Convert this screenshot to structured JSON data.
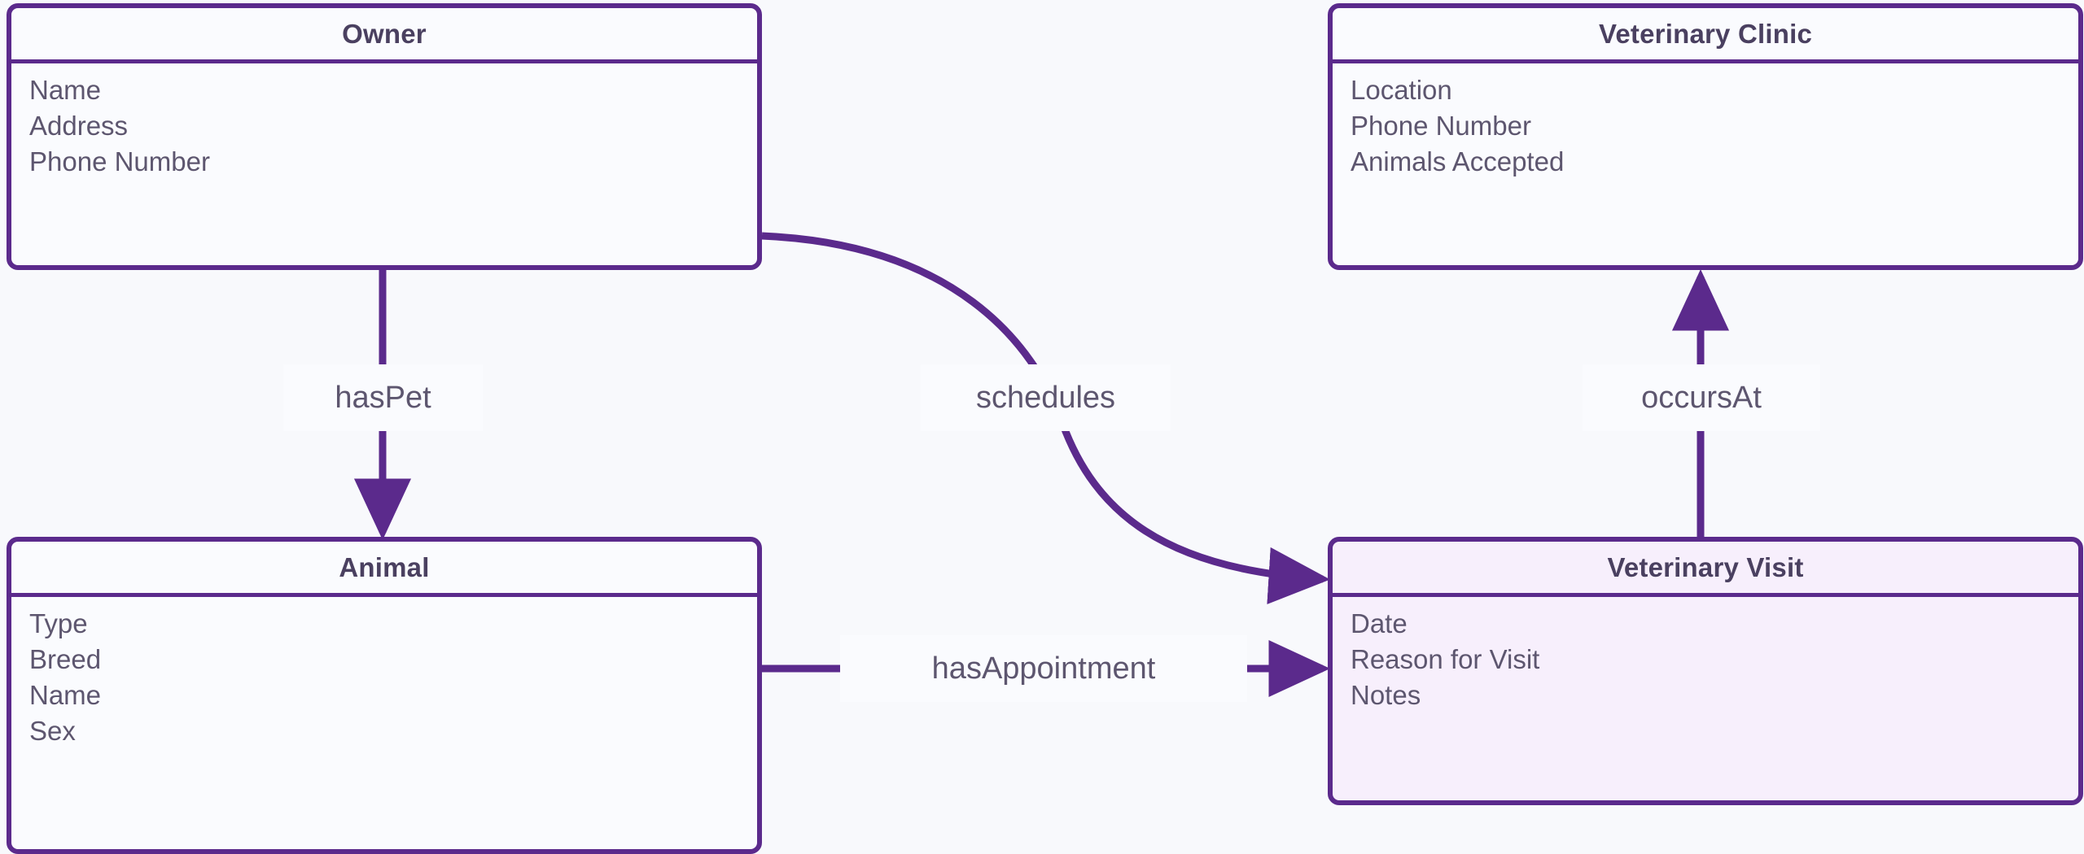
{
  "diagram": {
    "type": "entity-relationship-diagram",
    "accent_color": "#5b2a8c",
    "background_color": "#f8f9fc",
    "entity_fill": "#fafbfe",
    "highlight_entity_fill": "#f7effc",
    "title_color": "#4a4060",
    "attribute_color": "#5d566f"
  },
  "entities": [
    {
      "id": "owner",
      "title": "Owner",
      "attributes": [
        "Name",
        "Address",
        "Phone Number"
      ],
      "highlighted": false
    },
    {
      "id": "veterinary-clinic",
      "title": "Veterinary Clinic",
      "attributes": [
        "Location",
        "Phone Number",
        "Animals Accepted"
      ],
      "highlighted": false
    },
    {
      "id": "animal",
      "title": "Animal",
      "attributes": [
        "Type",
        "Breed",
        "Name",
        "Sex"
      ],
      "highlighted": false
    },
    {
      "id": "veterinary-visit",
      "title": "Veterinary Visit",
      "attributes": [
        "Date",
        "Reason for Visit",
        "Notes"
      ],
      "highlighted": true
    }
  ],
  "relationships": [
    {
      "id": "haspet",
      "label": "hasPet",
      "from": "Owner",
      "to": "Animal",
      "arrow": "to"
    },
    {
      "id": "schedules",
      "label": "schedules",
      "from": "Owner",
      "to": "Veterinary Visit",
      "arrow": "to"
    },
    {
      "id": "occursat",
      "label": "occursAt",
      "from": "Veterinary Visit",
      "to": "Veterinary Clinic",
      "arrow": "to"
    },
    {
      "id": "hasappointment",
      "label": "hasAppointment",
      "from": "Animal",
      "to": "Veterinary Visit",
      "arrow": "to"
    }
  ]
}
